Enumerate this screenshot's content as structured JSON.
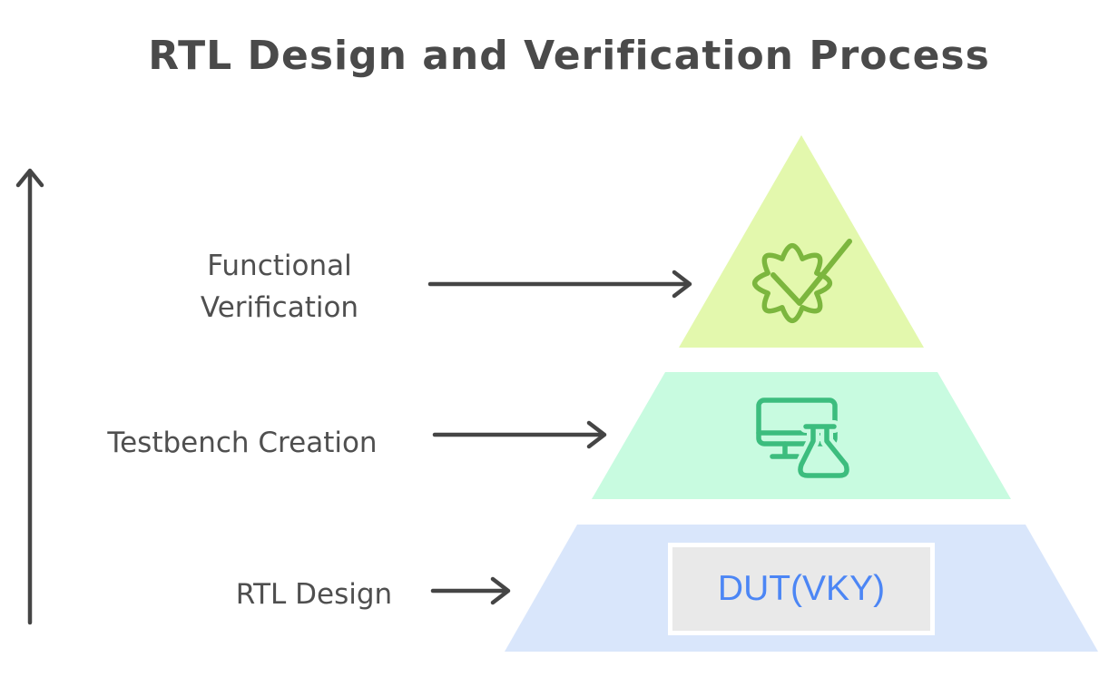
{
  "title": "RTL Design and Verification Process",
  "colors": {
    "title_text": "#4a4a4a",
    "label_text": "#4f4f4f",
    "arrow": "#454545",
    "layer_top_fill": "#e3f8ad",
    "layer_middle_fill": "#c8fbe0",
    "layer_bottom_fill": "#d9e6fb",
    "badge_check_icon_stroke": "#7cb63e",
    "monitor_flask_icon_stroke": "#3cbd7e",
    "dut_box_fill": "#e9e9e9",
    "dut_box_border": "#ffffff",
    "dut_text": "#4c86f5"
  },
  "labels": {
    "functional_line1": "Functional",
    "functional_line2": "Verification",
    "testbench": "Testbench Creation",
    "rtl": "RTL Design"
  },
  "pyramid": {
    "layers": [
      {
        "name": "functional-verification",
        "icon": "badge-check-icon"
      },
      {
        "name": "testbench-creation",
        "icon": "monitor-flask-icon"
      },
      {
        "name": "rtl-design",
        "box_label": "DUT(VKY)"
      }
    ]
  }
}
